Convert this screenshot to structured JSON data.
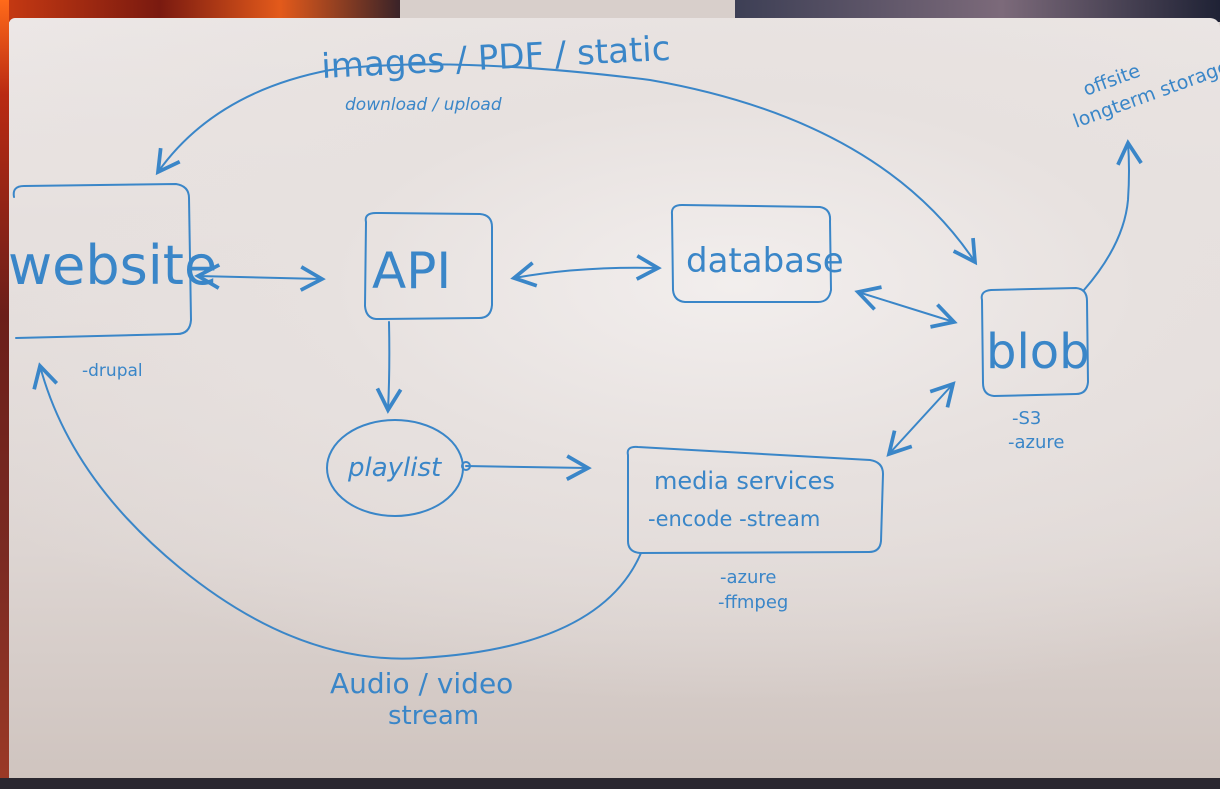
{
  "colors": {
    "marker": "#3a86c8",
    "board": "#e9e4e2"
  },
  "nodes": {
    "website": {
      "label": "website",
      "note": "-drupal"
    },
    "api": {
      "label": "API"
    },
    "database": {
      "label": "database"
    },
    "blob": {
      "label": "blob",
      "notes": [
        "-S3",
        "-azure"
      ]
    },
    "playlist": {
      "label": "playlist"
    },
    "media_services": {
      "label": "media services",
      "line2": "-encode  -stream",
      "notes": [
        "-azure",
        "-ffmpeg"
      ]
    }
  },
  "annotations": {
    "top_title": "images / PDF / static",
    "top_subtitle": "download / upload",
    "offsite": "offsite",
    "offsite_line2": "longterm storage",
    "bottom_title": "Audio / video",
    "bottom_line2": "stream"
  }
}
